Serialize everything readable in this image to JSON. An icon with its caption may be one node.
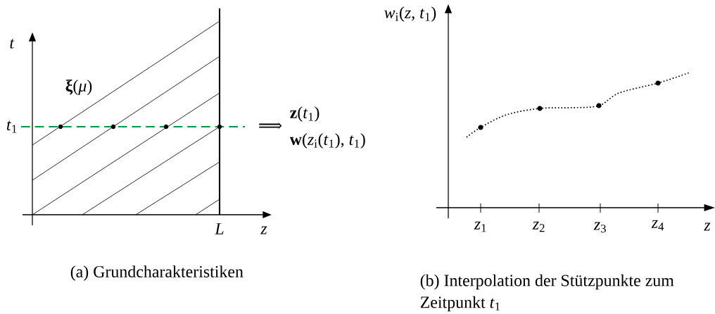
{
  "diagram": {
    "labels": [
      "*t*",
      "**ξ**(*μ*)",
      "*t*$_{1}$",
      "*L*",
      "*z*",
      "⟹",
      "**z**(*t*$_{1}$)",
      "**w**(*z*$_{i}$(*t*$_{1}$), *t*$_{1}$)",
      "*w*$_{i}$(*z*, *t*$_{1}$)",
      "*z*$_{1}$",
      "*z*$_{2}$",
      "*z*$_{3}$",
      "*z*$_{4}$",
      "*z*",
      "(a) Grundcharakteristiken",
      "(b) Interpolation der Stützpunkte zum Zeitpunkt *t*$_{1}$"
    ]
  }
}
